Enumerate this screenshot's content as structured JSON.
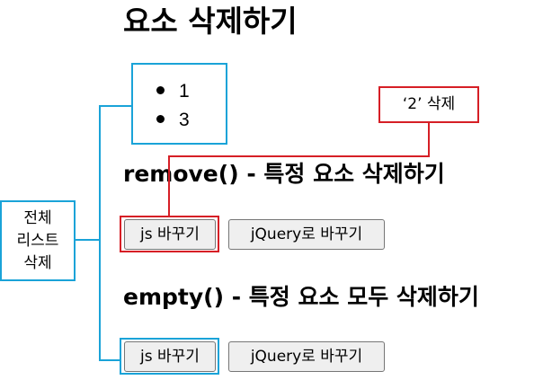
{
  "page": {
    "title": "요소 삭제하기"
  },
  "list": {
    "items": [
      "1",
      "3"
    ]
  },
  "sections": {
    "remove_heading": "remove() - 특정 요소 삭제하기",
    "empty_heading": "empty() - 특정 요소 모두 삭제하기"
  },
  "buttons": {
    "js_label": "js 바꾸기",
    "jquery_label": "jQuery로 바꾸기"
  },
  "annotations": {
    "delete_two": "‘2’ 삭제",
    "delete_all_lines": [
      "전체",
      "리스트",
      "삭제"
    ]
  },
  "colors": {
    "red_highlight": "#d61f26",
    "blue_highlight": "#1aa3d8"
  }
}
